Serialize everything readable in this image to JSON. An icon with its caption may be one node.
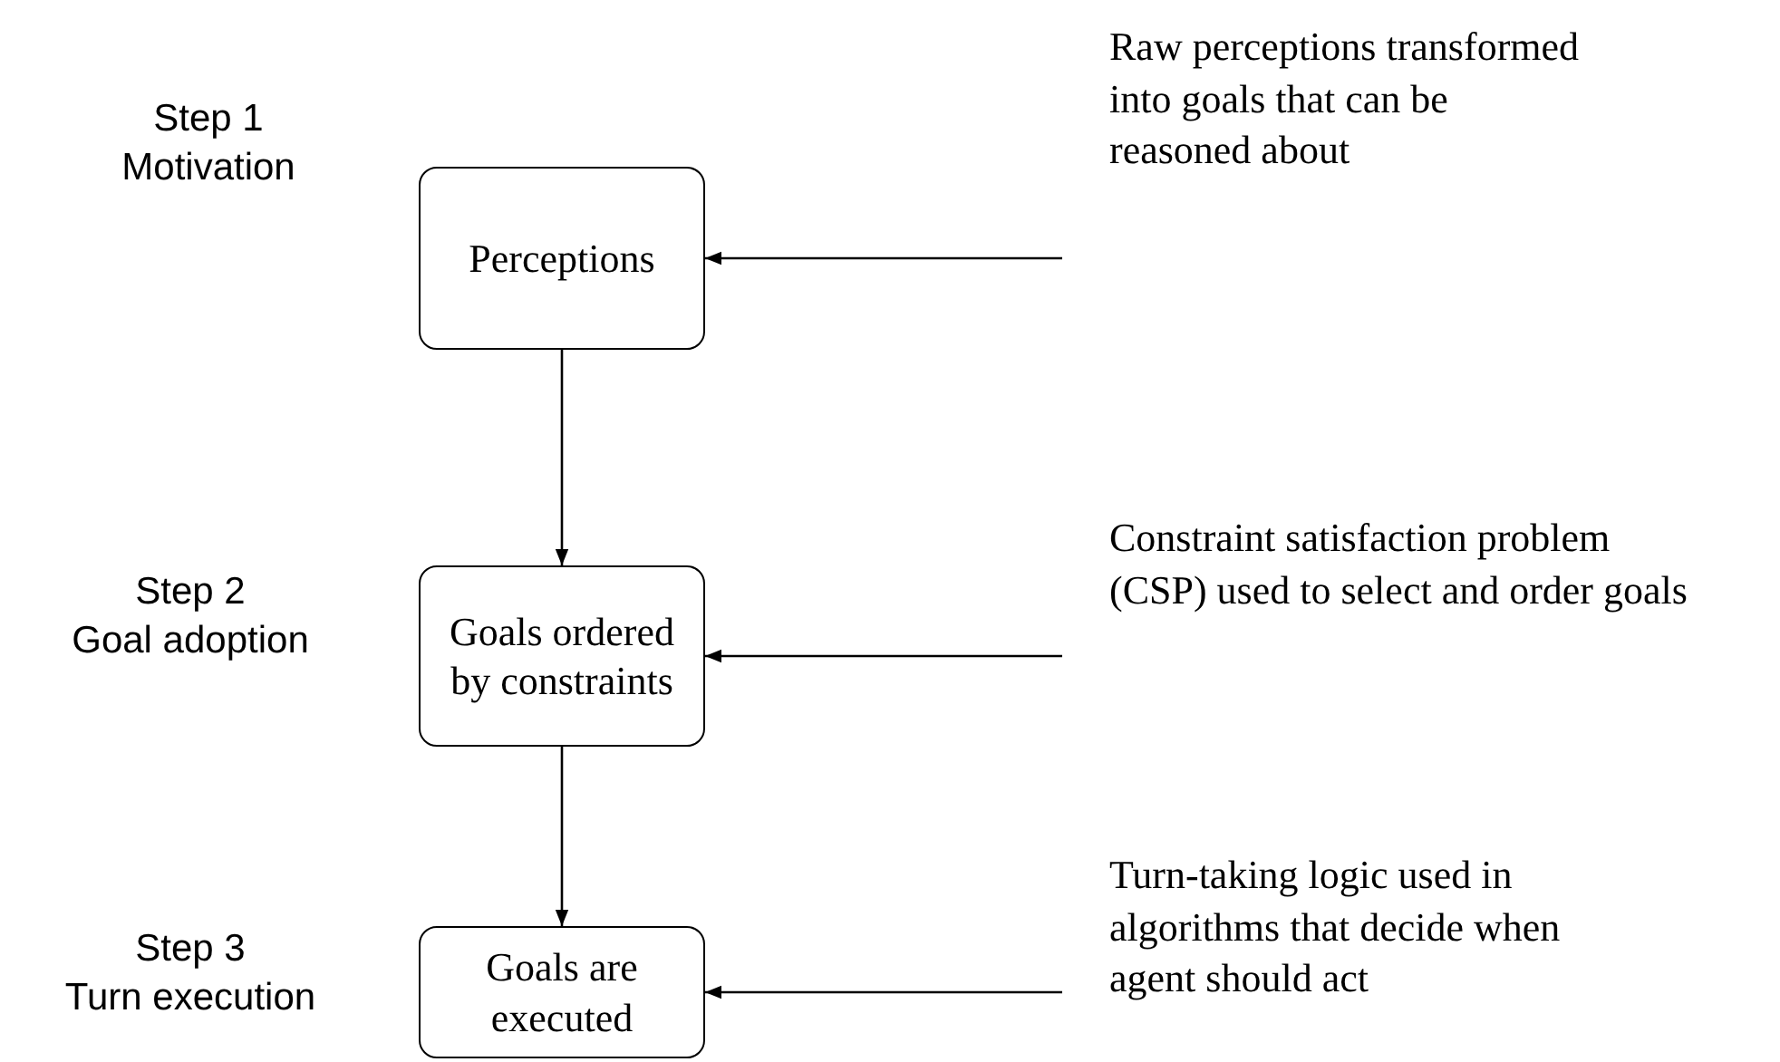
{
  "diagram": {
    "nodes": [
      {
        "text": [
          "Perceptions"
        ],
        "beside": [
          "Step 1",
          "Motivation"
        ]
      },
      {
        "text": [
          "Goals ordered by constraints"
        ],
        "beside": [
          "Step 2",
          "Goal adoption"
        ]
      },
      {
        "text": [
          "Goals are executed"
        ],
        "beside": [
          "Step 3",
          "Turn execution"
        ]
      },
      {
        "text": [
          "Raw perceptions transformed into goals that can be reasoned about"
        ]
      },
      {
        "text": [
          "Constraint satisfaction problem (CSP) used to select and order goals"
        ]
      },
      {
        "text": [
          "Turn-taking logic used in algorithms that decide when agent should act"
        ]
      }
    ],
    "edges": [
      {
        "from": 0,
        "to": 1,
        "arrow": "to"
      },
      {
        "from": 1,
        "to": 2,
        "arrow": "to"
      },
      {
        "from": 3,
        "to": 0,
        "arrow": "to"
      },
      {
        "from": 4,
        "to": 1,
        "arrow": "to"
      },
      {
        "from": 5,
        "to": 2,
        "arrow": "to"
      }
    ]
  }
}
